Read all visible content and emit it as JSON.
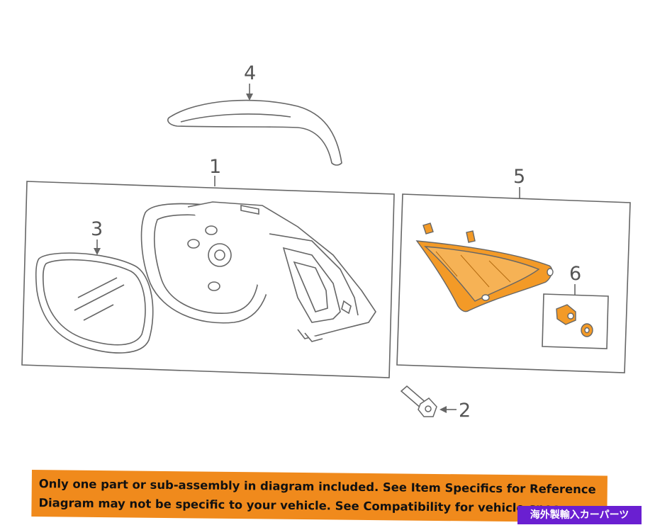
{
  "callouts": {
    "c1": "1",
    "c2": "2",
    "c3": "3",
    "c4": "4",
    "c5": "5",
    "c6": "6"
  },
  "banner": {
    "line1": "Only one part or sub-assembly in diagram included. See Item Specifics for Reference #.",
    "line2": "Diagram may not be specific to your vehicle. See Compatibility for vehicle-spec"
  },
  "badge": {
    "text": "海外製輸入カーパーツ"
  },
  "colors": {
    "highlight_part": "#f39a27",
    "banner": "#f08a1c",
    "badge": "#6a1fd1",
    "line": "#666666"
  },
  "icons": {
    "arrow": "arrow-icon"
  }
}
